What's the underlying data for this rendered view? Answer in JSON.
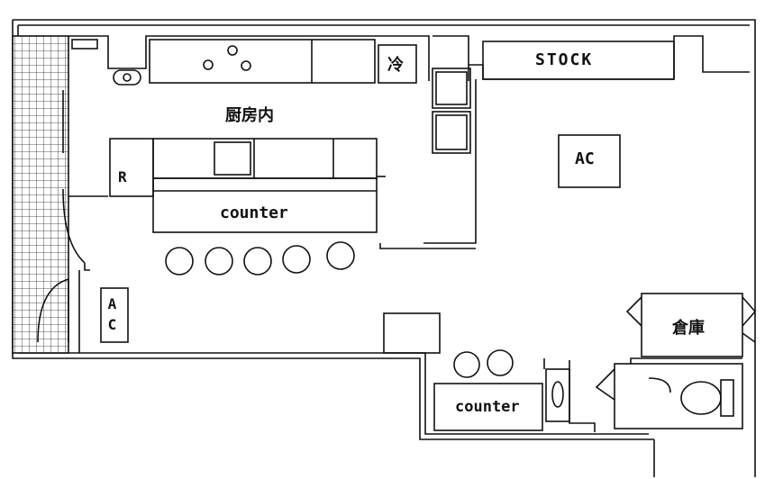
{
  "floorplan": {
    "labels": {
      "kitchen": "厨房内",
      "cold": "冷",
      "stock": "STOCK",
      "ac_main": "AC",
      "ac_side": "AC",
      "refrigerator": "R",
      "counter_main": "counter",
      "counter_small": "counter",
      "storage": "倉庫"
    },
    "seats": {
      "main_counter_stools": 5,
      "small_counter_stools": 2
    }
  }
}
